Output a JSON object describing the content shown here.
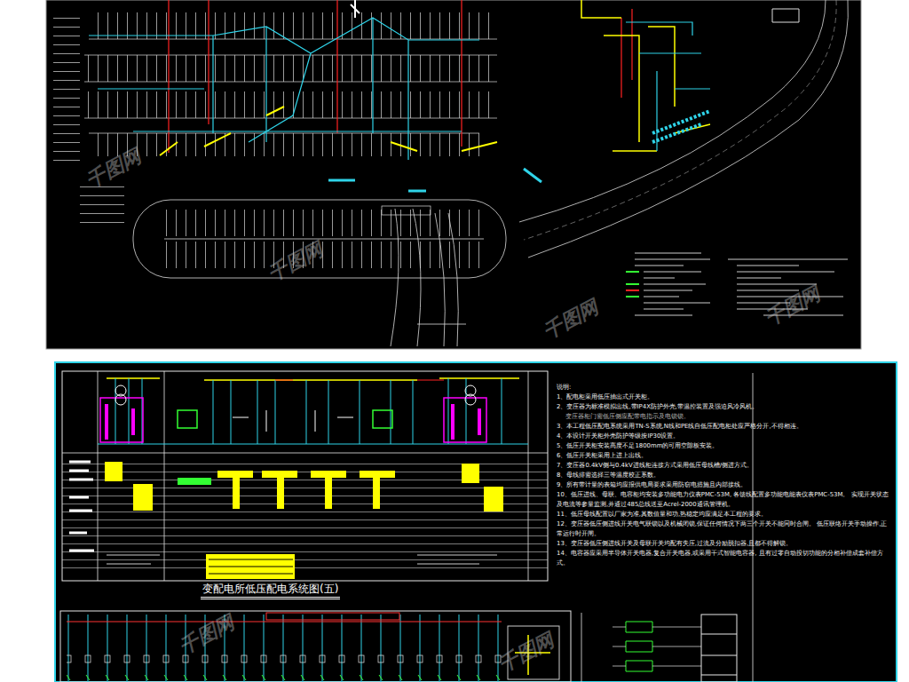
{
  "diagram": {
    "title": "变配电所低压配电系统图(五)",
    "labels": [
      "说明:",
      "1、配电柜采用低压抽出式开关柜。",
      "2、变压器为标准模拟出线,带IP4X防护外壳,带温控装置及强迫风冷风机。",
      "变压器柜门需低压侧应配带电指示及电锁锁。",
      "3、本工程低压配电系统采用TN-S系统,N线和PE线自低压配电柜处应严格分开,不得相连。",
      "4、本设计开关柜外壳防护等级按IP30设置。",
      "5、低压开关柜安装高度不足1800mm的可用空隙板安装。",
      "6、低压开关柜采用上进上出线。",
      "7、变压器0.4kV侧与0.4kV进线柜连接方式采用低压母线槽/侧进方式。",
      "8、母线排需选择三等温度校正系数。",
      "9、所有带计量的表箱均应报供电局要求采用防窃电措施且内部接线。",
      "10、低压进线、母联、电容柜均安装多功能电力仪表PMC-53M, 各馈线配置多功能电能表仪表PMC-53M。 实现开关状态及电流等参量监测,并通过485总线送至Acrel-2000通讯管理机。",
      "11、低压母线配置以厂家为准,其数值量和功,热稳定均应满足本工程的要求。",
      "12、变压器低压侧进线开关电气联锁以及机械闭锁,保证任何情况下两三个开关不能同时合闸。 低压联络开关手动操作,正常运行时开闸。",
      "13、变压器低压侧进线开关及母联开关均配有失压,过流及分励脱扣器,且都不得解锁。",
      "14、电容器应采用半导体开关电器,复合开关电器,或采用干式智能电容器, 且有过零自动投切功能的分相补偿成套补偿方式。",
      "千图网",
      "千图网",
      "千图网",
      "千图网",
      "千图网",
      "千图网"
    ]
  }
}
